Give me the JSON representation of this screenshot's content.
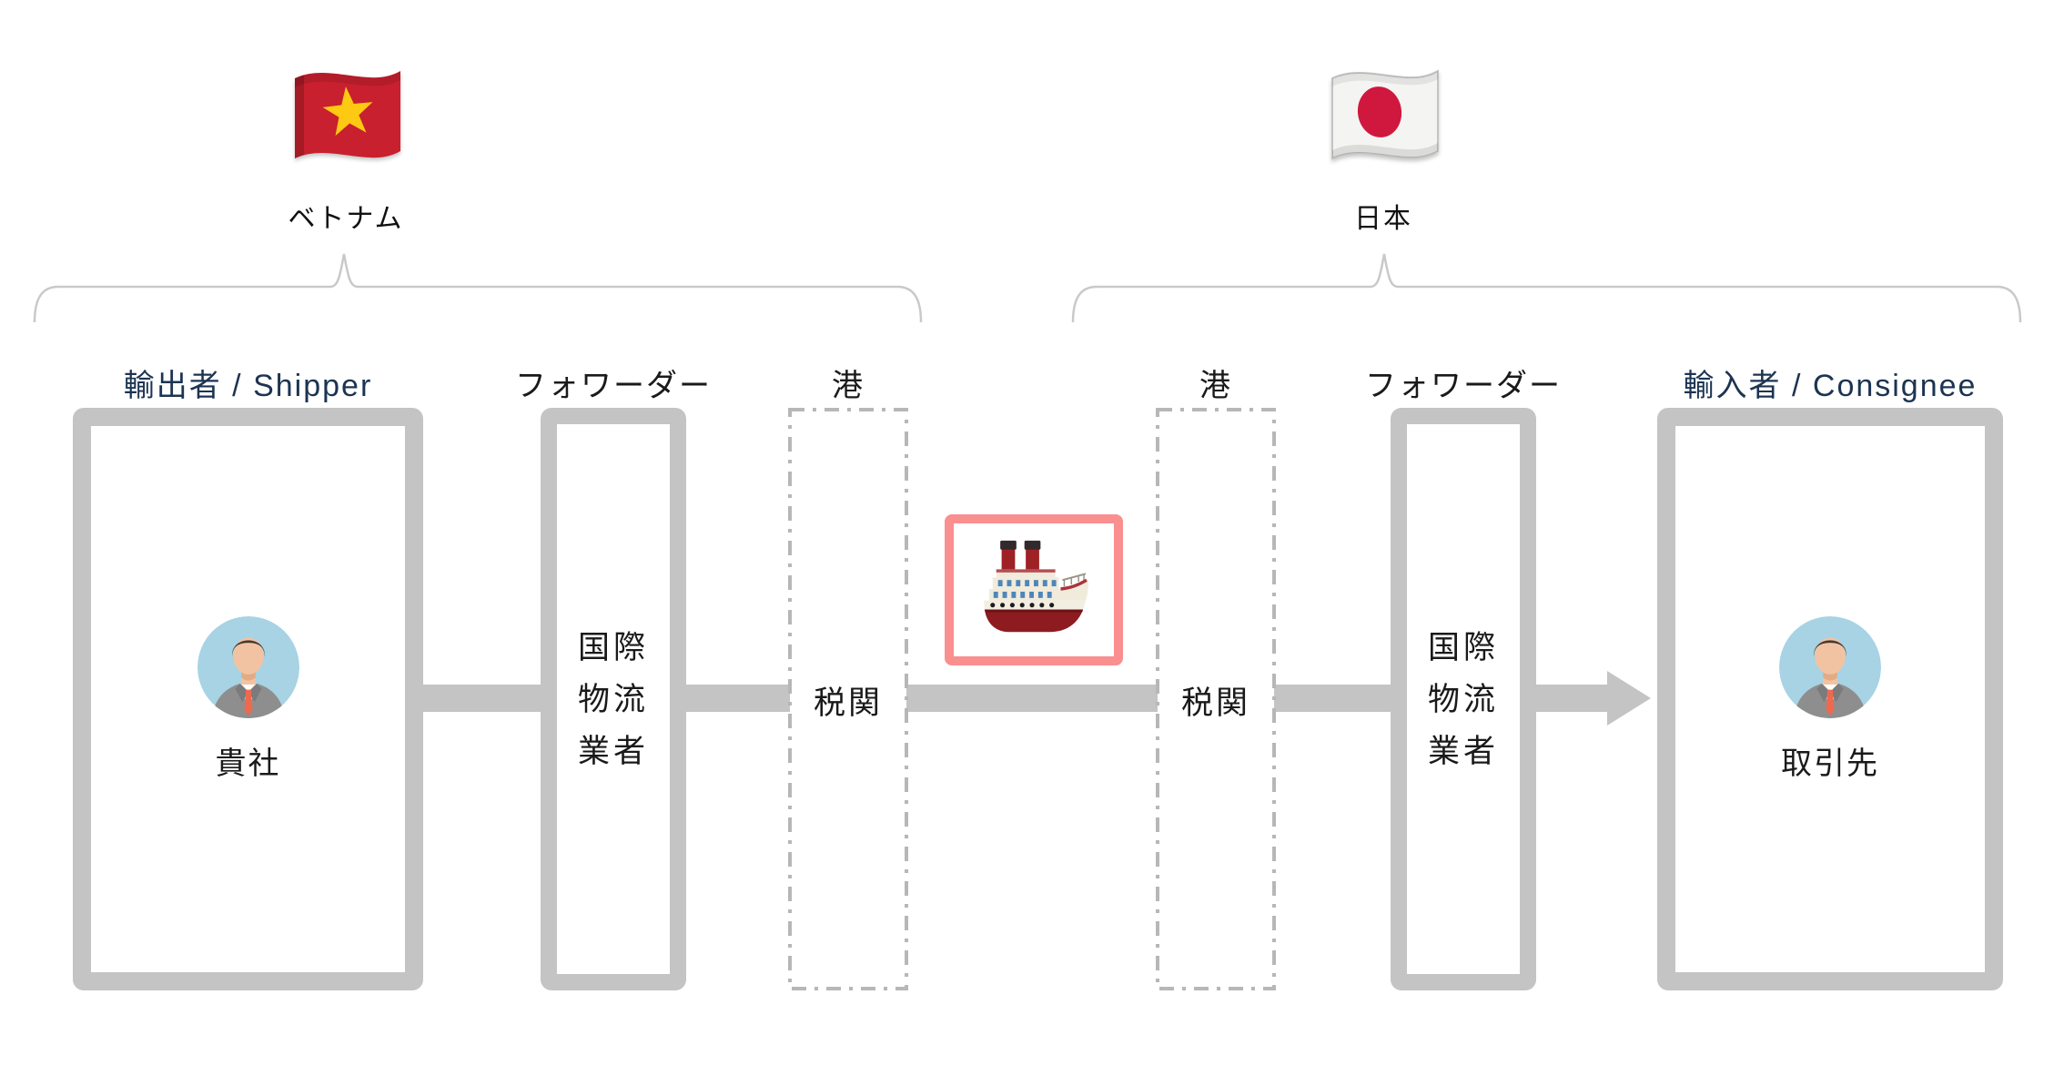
{
  "diagram": {
    "title_hidden": "",
    "countries": {
      "origin": {
        "name": "ベトナム",
        "flag_icon": "vietnam-flag-icon"
      },
      "destination": {
        "name": "日本",
        "flag_icon": "japan-flag-icon"
      }
    },
    "nodes": {
      "shipper": {
        "header": "輸出者 / Shipper",
        "label": "貴社"
      },
      "forwarder_export": {
        "header": "フォワーダー",
        "lines": [
          "国際",
          "物流",
          "業者"
        ]
      },
      "port_export": {
        "header": "港",
        "label": "税関"
      },
      "vessel": {
        "icon": "ship-icon"
      },
      "port_import": {
        "header": "港",
        "label": "税関"
      },
      "forwarder_import": {
        "header": "フォワーダー",
        "lines": [
          "国際",
          "物流",
          "業者"
        ]
      },
      "consignee": {
        "header": "輸入者 / Consignee",
        "label": "取引先"
      }
    },
    "colors": {
      "header_accent": "#1c3452",
      "box_border_gray": "#c4c4c4",
      "dashed_border_gray": "#b7b7b7",
      "arrow_gray": "#c4c4c4",
      "ship_box_border": "#f98f8f",
      "brace_gray": "#c9c9c9",
      "vietnam_flag_red": "#c8202e",
      "vietnam_star_yellow": "#fdc913",
      "japan_sun_red": "#d0183f",
      "avatar_background_blue": "#a7d3e4",
      "avatar_tie_orange": "#ee6a4e"
    }
  }
}
